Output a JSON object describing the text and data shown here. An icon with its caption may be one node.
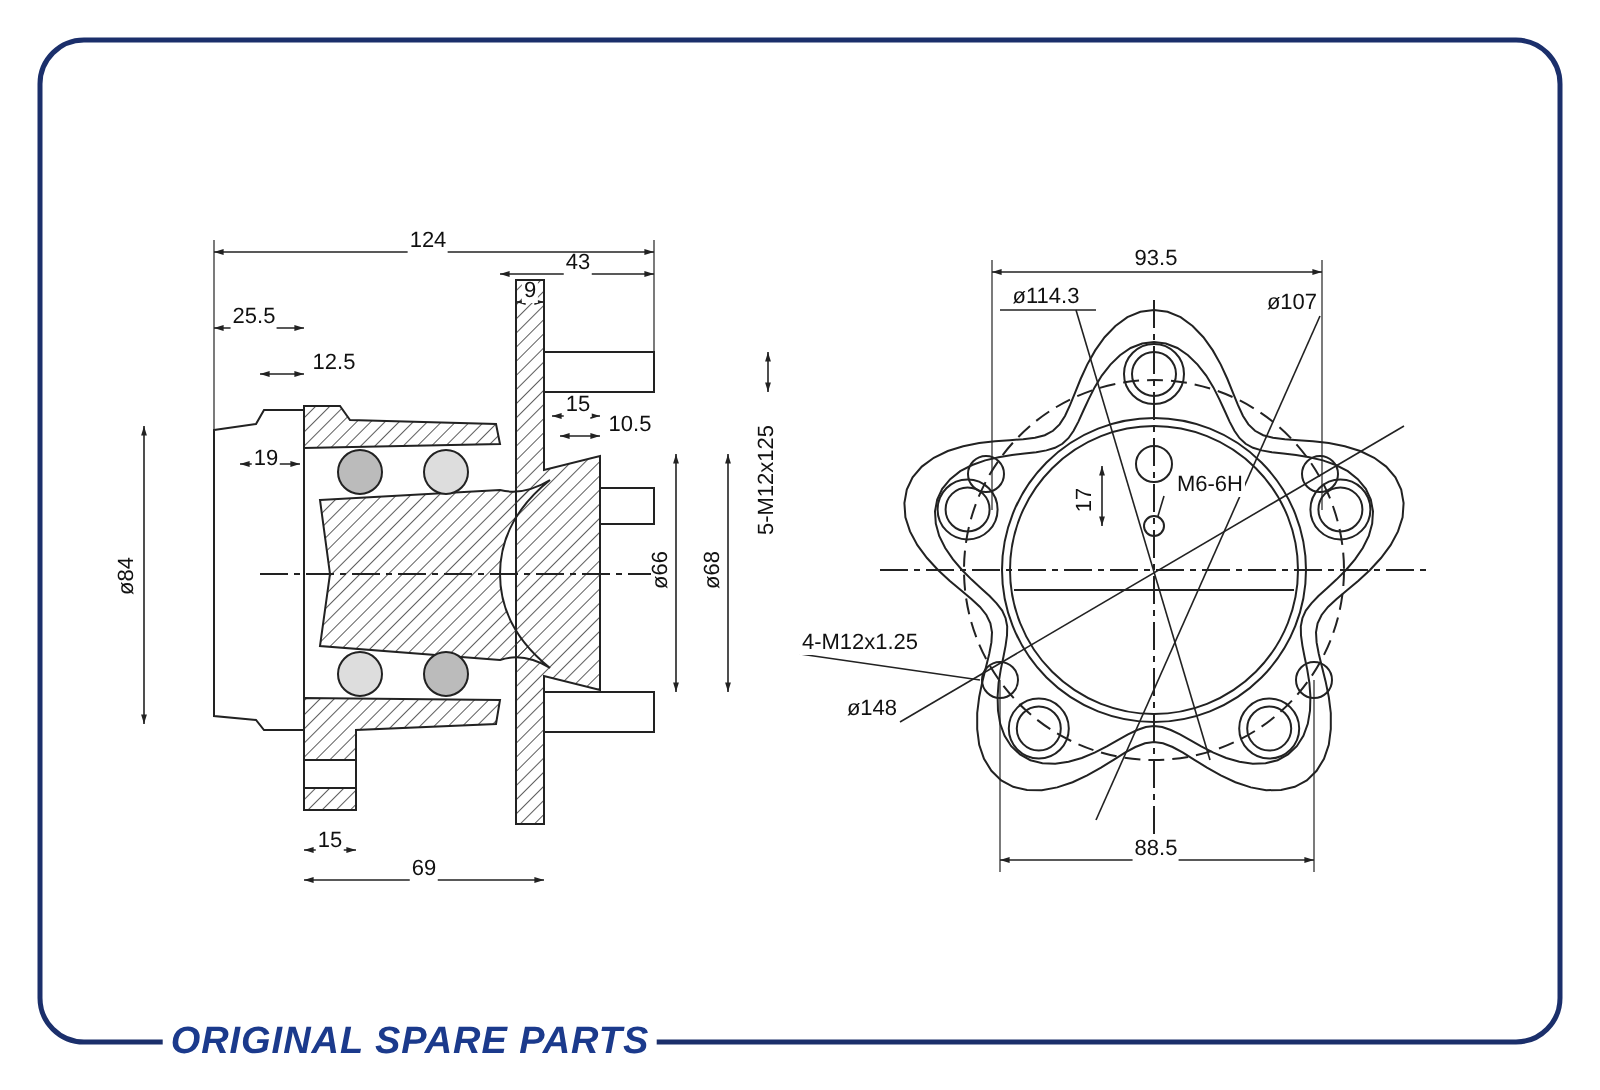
{
  "diagram": {
    "labels": [
      "124",
      "43",
      "9",
      "25.5",
      "12.5",
      "15",
      "10.5",
      "5-M12x125",
      "19",
      "ø84",
      "ø66",
      "ø68",
      "15",
      "69",
      "93.5",
      "ø114.3",
      "ø107",
      "M6-6H",
      "17",
      "4-M12x1.25",
      "ø148",
      "88.5",
      "ORIGINAL SPARE PARTS"
    ]
  }
}
